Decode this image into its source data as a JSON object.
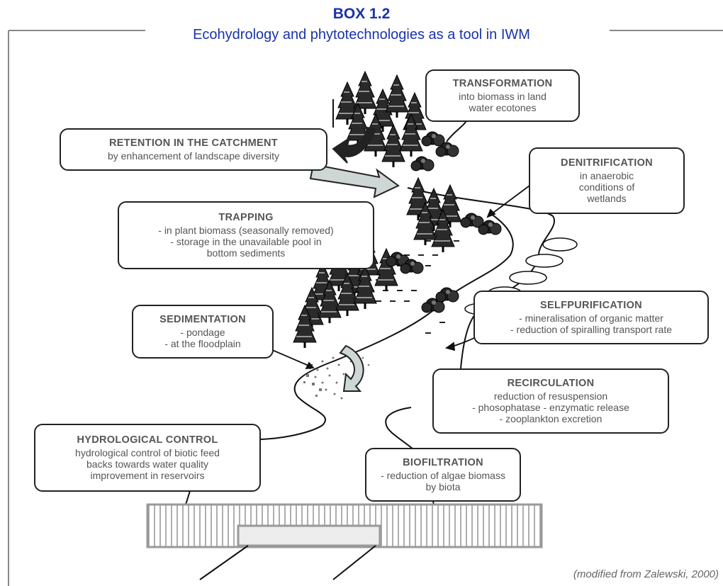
{
  "header": {
    "box_label": "BOX 1.2",
    "title": "Ecohydrology and phytotechnologies as a tool in IWM"
  },
  "boxes": {
    "transformation": {
      "heading": "TRANSFORMATION",
      "lines": [
        "into biomass in land",
        "water ecotones"
      ]
    },
    "retention": {
      "heading": "RETENTION IN THE CATCHMENT",
      "lines": [
        "by enhancement of landscape diversity"
      ]
    },
    "denitrification": {
      "heading": "DENITRIFICATION",
      "lines": [
        "in anaerobic",
        "conditions of",
        "wetlands"
      ]
    },
    "trapping": {
      "heading": "TRAPPING",
      "lines": [
        "- in plant biomass (seasonally removed)",
        "- storage in the unavailable pool in",
        "bottom sediments"
      ]
    },
    "selfpurification": {
      "heading": "SELFPURIFICATION",
      "lines": [
        "- mineralisation of organic matter",
        "- reduction of spiralling transport rate"
      ]
    },
    "sedimentation": {
      "heading": "SEDIMENTATION",
      "lines": [
        "- pondage",
        "- at the floodplain"
      ]
    },
    "recirculation": {
      "heading": "RECIRCULATION",
      "lines": [
        "reduction of resuspension",
        "- phosophatase - enzymatic release",
        "- zooplankton excretion"
      ]
    },
    "hydrological": {
      "heading": "HYDROLOGICAL CONTROL",
      "lines": [
        "hydrological control of biotic feed",
        "backs towards water quality",
        "improvement in reservoirs"
      ]
    },
    "biofiltration": {
      "heading": "BIOFILTRATION",
      "lines": [
        "- reduction of algae biomass",
        "by biota"
      ]
    }
  },
  "credit": "(modified from Zalewski, 2000)",
  "colors": {
    "title": "#1a33a8",
    "text": "#555555",
    "frame": "#888888",
    "arrow_fill": "#cfd6d6"
  }
}
